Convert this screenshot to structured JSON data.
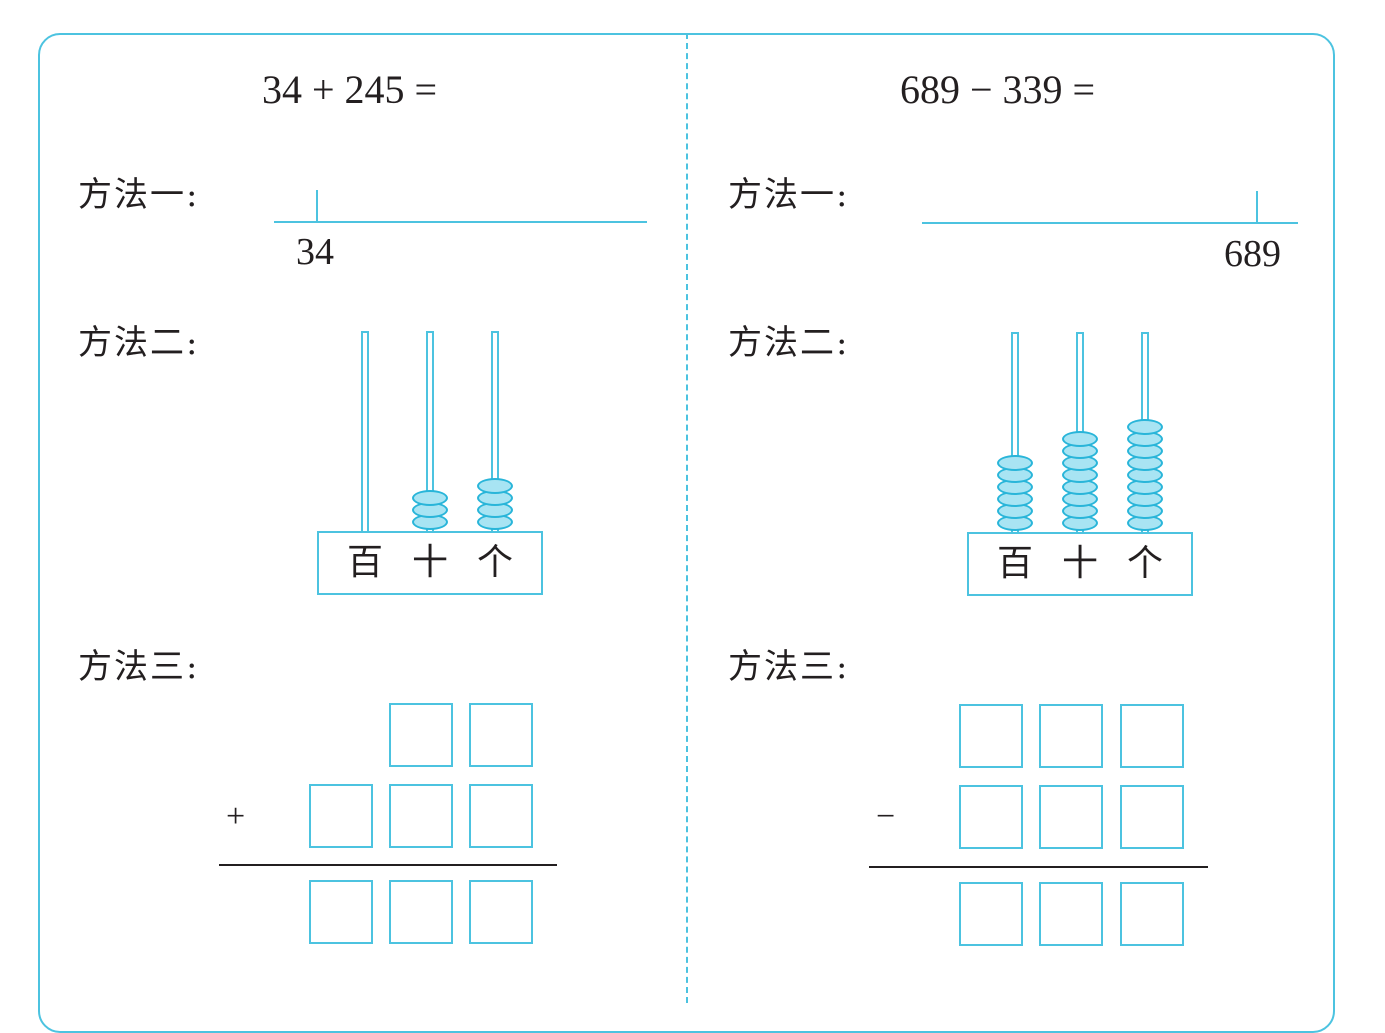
{
  "left": {
    "equation": "34 + 245 =",
    "method1_label": "方法一:",
    "method1_number": "34",
    "method2_label": "方法二:",
    "abacus": {
      "places": [
        "百",
        "十",
        "个"
      ],
      "beads": [
        0,
        3,
        4
      ]
    },
    "method3_label": "方法三:",
    "operator": "+"
  },
  "right": {
    "equation": "689 − 339 =",
    "method1_label": "方法一:",
    "method1_number": "689",
    "method2_label": "方法二:",
    "abacus": {
      "places": [
        "百",
        "十",
        "个"
      ],
      "beads": [
        6,
        8,
        9
      ]
    },
    "method3_label": "方法三:",
    "operator": "−"
  },
  "colors": {
    "accent": "#4cc3e0",
    "bead_fill": "#a8e4f3",
    "text": "#231f20"
  }
}
